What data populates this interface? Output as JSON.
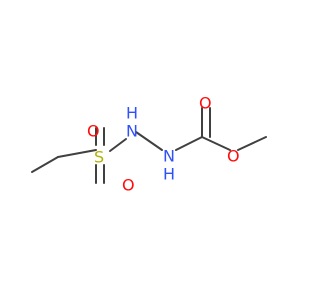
{
  "molecule": {
    "colors": {
      "bond": "#404040",
      "oxygen": "#ff0d0d",
      "sulfur": "#b2b200",
      "nitrogen": "#3050f8",
      "background": "#ffffff"
    },
    "atoms": {
      "o_left_top": "O",
      "s": "S",
      "o_left_bottom": "O",
      "nh_upper_n": "N",
      "nh_upper_h": "H",
      "nh_lower_n": "N",
      "nh_lower_h": "H",
      "o_carbonyl": "O",
      "o_ester": "O"
    }
  }
}
